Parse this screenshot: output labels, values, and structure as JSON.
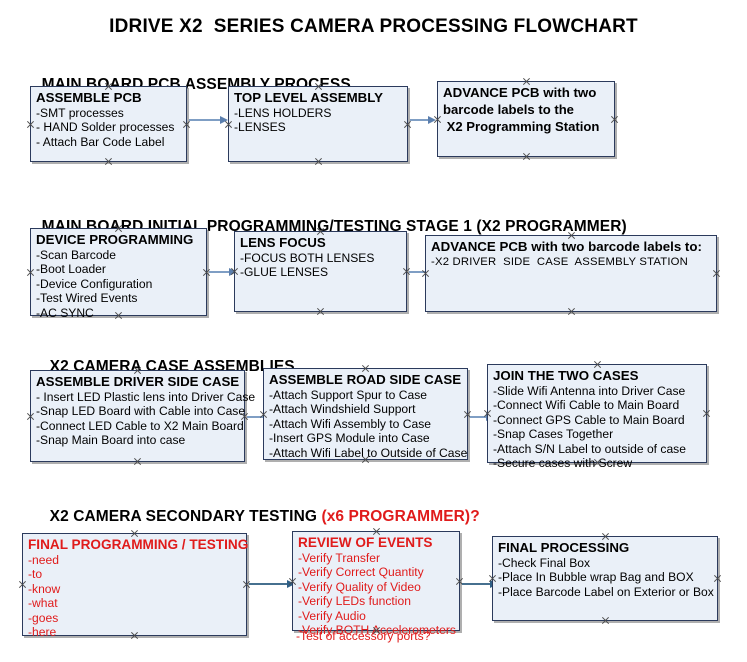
{
  "title": "IDRIVE X2  SERIES CAMERA PROCESSING FLOWCHART",
  "colors": {
    "box_fill": "#eaf0f8",
    "box_border": "#2b3a5c",
    "arrow": "#7f9ec4",
    "accent_red": "#e01b1b",
    "text": "#000000"
  },
  "sections": [
    {
      "id": "main-board-pcb-assembly",
      "header": "MAIN BOARD PCB ASSEMBLY PROCESS",
      "header_red": "",
      "nodes": [
        {
          "id": "assemble-pcb",
          "title": "ASSEMBLE PCB",
          "lines": [
            "-SMT processes",
            "- HAND Solder processes",
            "- Attach Bar Code Label"
          ]
        },
        {
          "id": "top-level-assembly",
          "title": "TOP LEVEL ASSEMBLY",
          "lines": [
            "-LENS HOLDERS",
            "-LENSES"
          ]
        },
        {
          "id": "advance-pcb-to-x2-programming-station",
          "title": "ADVANCE PCB with two",
          "lines": [
            "barcode labels to the",
            " X2 Programming Station"
          ]
        }
      ]
    },
    {
      "id": "main-board-initial-programming",
      "header": "MAIN BOARD INITIAL PROGRAMMING/TESTING STAGE 1 (X2 PROGRAMMER)",
      "header_red": "",
      "nodes": [
        {
          "id": "device-programming",
          "title": "DEVICE PROGRAMMING",
          "lines": [
            "-Scan Barcode",
            "-Boot Loader",
            "-Device Configuration",
            "-Test Wired Events",
            "-AC SYNC"
          ]
        },
        {
          "id": "lens-focus",
          "title": "LENS FOCUS",
          "lines": [
            "-FOCUS BOTH LENSES",
            "-GLUE LENSES"
          ]
        },
        {
          "id": "advance-pcb-to-driver-side-case-station",
          "title": "ADVANCE PCB with two barcode labels to:",
          "lines": [
            "-X2 DRIVER  SIDE  CASE  ASSEMBLY STATION"
          ]
        }
      ]
    },
    {
      "id": "x2-camera-case-assemblies",
      "header": "X2 CAMERA CASE ASSEMBLIES",
      "header_red": "",
      "nodes": [
        {
          "id": "assemble-driver-side-case",
          "title": "ASSEMBLE DRIVER SIDE CASE",
          "lines": [
            "- Insert LED Plastic lens into Driver Case",
            "-Snap LED Board with Cable into Case",
            "-Connect LED Cable to X2 Main Board",
            "-Snap Main Board into case"
          ]
        },
        {
          "id": "assemble-road-side-case",
          "title": "ASSEMBLE ROAD SIDE CASE",
          "lines": [
            "-Attach Support Spur to Case",
            "-Attach Windshield Support",
            "-Attach Wifi Assembly to Case",
            "-Insert GPS Module into Case",
            "-Attach Wifi Label to Outside of Case"
          ]
        },
        {
          "id": "join-the-two-cases",
          "title": "JOIN THE TWO CASES",
          "lines": [
            "-Slide Wifi Antenna into Driver Case",
            "-Connect Wifi Cable to Main Board",
            "-Connect GPS Cable to Main Board",
            "-Snap Cases Together",
            "-Attach S/N Label to outside of case",
            "-Secure cases with Screw"
          ]
        }
      ]
    },
    {
      "id": "x2-camera-secondary-testing",
      "header": "X2 CAMERA SECONDARY TESTING ",
      "header_red": "(x6 PROGRAMMER)?",
      "nodes": [
        {
          "id": "final-programming-testing",
          "title": "FINAL PROGRAMMING / TESTING",
          "lines": [
            "-need",
            "-to",
            "-know",
            "-what",
            "-goes",
            "-here"
          ]
        },
        {
          "id": "review-of-events",
          "title": "REVIEW OF EVENTS",
          "lines": [
            "-Verify Transfer",
            "-Verify Correct Quantity",
            "-Verify Quality of Video",
            "-Verify LEDs function",
            "-Verify Audio",
            "-Verify BOTH Accelerometers"
          ],
          "overflow_line": "-Test of accessory ports?"
        },
        {
          "id": "final-processing",
          "title": "FINAL PROCESSING",
          "lines": [
            "-Check Final Box",
            "-Place In Bubble wrap Bag and BOX",
            "-Place Barcode Label on Exterior or Box"
          ]
        }
      ]
    }
  ]
}
